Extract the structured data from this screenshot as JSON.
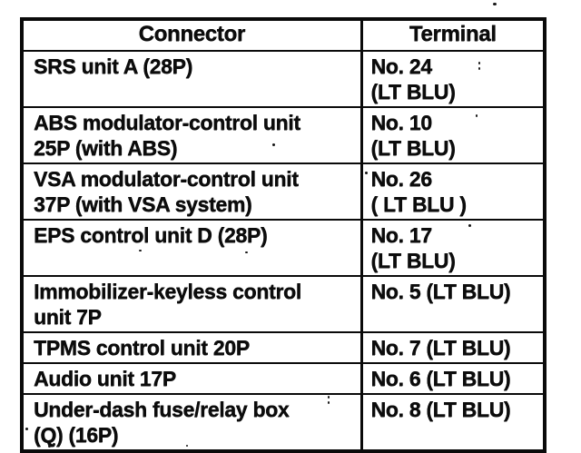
{
  "table": {
    "header_labels": [
      "Connector",
      "Terminal"
    ],
    "rows": [
      {
        "connector": "SRS unit A (28P)",
        "terminal": "No. 24\n(LT BLU)"
      },
      {
        "connector": "ABS modulator-control unit\n25P (with ABS)",
        "terminal": "No. 10\n(LT BLU)"
      },
      {
        "connector": "VSA modulator-control unit\n37P (with VSA system)",
        "terminal": "No. 26\n( LT BLU )"
      },
      {
        "connector": "EPS control unit D (28P)",
        "terminal": "No. 17\n(LT BLU)"
      },
      {
        "connector": "Immobilizer-keyless control\nunit 7P",
        "terminal": "No. 5 (LT BLU)"
      },
      {
        "connector": "TPMS control unit 20P",
        "terminal": "No. 7 (LT BLU)"
      },
      {
        "connector": "Audio unit 17P",
        "terminal": "No. 6 (LT BLU)"
      },
      {
        "connector": "Under-dash fuse/relay box\n(Q) (16P)",
        "terminal": "No. 8 (LT BLU)"
      }
    ]
  },
  "colors": {
    "ink": "#0a0a0a",
    "paper": "#ffffff"
  }
}
